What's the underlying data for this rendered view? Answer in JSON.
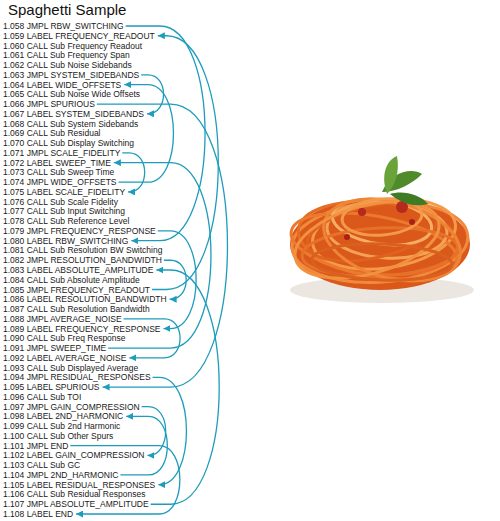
{
  "diagram": {
    "title": "Spaghetti Sample",
    "nodes": [
      {
        "text": [
          "1.058 JMPL RBW_SWITCHING"
        ]
      },
      {
        "text": [
          "1.059 LABEL FREQUENCY_READOUT"
        ]
      },
      {
        "text": [
          "1.060 CALL Sub Frequency Readout"
        ]
      },
      {
        "text": [
          "1.061 CALL Sub Frequency Span"
        ]
      },
      {
        "text": [
          "1.062 CALL Sub Noise Sidebands"
        ]
      },
      {
        "text": [
          "1.063 JMPL SYSTEM_SIDEBANDS"
        ]
      },
      {
        "text": [
          "1.064 LABEL WIDE_OFFSETS"
        ]
      },
      {
        "text": [
          "1.065 CALL Sub Noise Wide Offsets"
        ]
      },
      {
        "text": [
          "1.066 JMPL SPURIOUS"
        ]
      },
      {
        "text": [
          "1.067 LABEL SYSTEM_SIDEBANDS"
        ]
      },
      {
        "text": [
          "1.068 CALL Sub System Sidebands"
        ]
      },
      {
        "text": [
          "1.069 CALL Sub Residual"
        ]
      },
      {
        "text": [
          "1.070 CALL Sub Display Switching"
        ]
      },
      {
        "text": [
          "1.071 JMPL SCALE_FIDELITY"
        ]
      },
      {
        "text": [
          "1.072 LABEL SWEEP_TIME"
        ]
      },
      {
        "text": [
          "1.073 CALL Sub Sweep Time"
        ]
      },
      {
        "text": [
          "1.074 JMPL WIDE_OFFSETS"
        ]
      },
      {
        "text": [
          "1.075 LABEL SCALE_FIDELITY"
        ]
      },
      {
        "text": [
          "1.076 CALL Sub Scale Fidelity"
        ]
      },
      {
        "text": [
          "1.077 CALL Sub Input Switching"
        ]
      },
      {
        "text": [
          "1.078 CALL Sub Reference Level"
        ]
      },
      {
        "text": [
          "1.079 JMPL FREQUENCY_RESPONSE"
        ]
      },
      {
        "text": [
          "1.080 LABEL RBW_SWITCHING"
        ]
      },
      {
        "text": [
          "1.081 CALL Sub Resolution BW Switching"
        ]
      },
      {
        "text": [
          "1.082 JMPL RESOLUTION_BANDWIDTH"
        ]
      },
      {
        "text": [
          "1.083 LABEL ABSOLUTE_AMPLITUDE"
        ]
      },
      {
        "text": [
          "1.084 CALL Sub Absolute Amplitude"
        ]
      },
      {
        "text": [
          "1.085 JMPL FREQUENCY_READOUT"
        ]
      },
      {
        "text": [
          "1.086 LABEL RESOLUTION_BANDWIDTH"
        ]
      },
      {
        "text": [
          "1.087 CALL Sub Resolution Bandwidth"
        ]
      },
      {
        "text": [
          "1.088 JMPL AVERAGE_NOISE"
        ]
      },
      {
        "text": [
          "1.089 LABEL FREQUENCY_RESPONSE"
        ]
      },
      {
        "text": [
          "1.090 CALL Sub Freq Response"
        ]
      },
      {
        "text": [
          "1.091 JMPL SWEEP_TIME"
        ]
      },
      {
        "text": [
          "1.092 LABEL AVERAGE_NOISE"
        ]
      },
      {
        "text": [
          "1.093 CALL Sub Displayed Average"
        ]
      },
      {
        "text": [
          "1.094 JMPL RESIDUAL_RESPONSES"
        ]
      },
      {
        "text": [
          "1.095 LABEL SPURIOUS"
        ]
      },
      {
        "text": [
          "1.096 CALL Sub TOI"
        ]
      },
      {
        "text": [
          "1.097 JMPL GAIN_COMPRESSION"
        ]
      },
      {
        "text": [
          "1.098 LABEL 2ND_HARMONIC"
        ]
      },
      {
        "text": [
          "1.099 CALL Sub 2nd Harmonic"
        ]
      },
      {
        "text": [
          "1.100 CALL Sub Other Spurs"
        ]
      },
      {
        "text": [
          "1.101 JMPL END"
        ]
      },
      {
        "text": [
          "1.102 LABEL GAIN_COMPRESSION"
        ]
      },
      {
        "text": [
          "1.103 CALL Sub GC"
        ]
      },
      {
        "text": [
          "1.104 JMPL 2ND_HARMONIC"
        ]
      },
      {
        "text": [
          "1.105 LABEL RESIDUAL_RESPONSES"
        ]
      },
      {
        "text": [
          "1.106 CALL Sub Residual Responses"
        ]
      },
      {
        "text": [
          "1.107 JMPL ABSOLUTE_AMPLITUDE"
        ]
      },
      {
        "text": [
          "1.108 LABEL END"
        ]
      }
    ],
    "edges": [
      {
        "from": 0,
        "to": 22,
        "arrow": "to"
      },
      {
        "from": 5,
        "to": 9,
        "arrow": "to"
      },
      {
        "from": 8,
        "to": 37,
        "arrow": "to"
      },
      {
        "from": 13,
        "to": 17,
        "arrow": "to"
      },
      {
        "from": 16,
        "to": 6,
        "arrow": "to"
      },
      {
        "from": 21,
        "to": 31,
        "arrow": "to"
      },
      {
        "from": 24,
        "to": 28,
        "arrow": "to"
      },
      {
        "from": 27,
        "to": 1,
        "arrow": "to"
      },
      {
        "from": 30,
        "to": 34,
        "arrow": "to"
      },
      {
        "from": 33,
        "to": 14,
        "arrow": "to"
      },
      {
        "from": 36,
        "to": 47,
        "arrow": "to"
      },
      {
        "from": 39,
        "to": 44,
        "arrow": "to"
      },
      {
        "from": 43,
        "to": 50,
        "arrow": "to"
      },
      {
        "from": 46,
        "to": 40,
        "arrow": "to"
      },
      {
        "from": 49,
        "to": 25,
        "arrow": "to"
      }
    ]
  }
}
